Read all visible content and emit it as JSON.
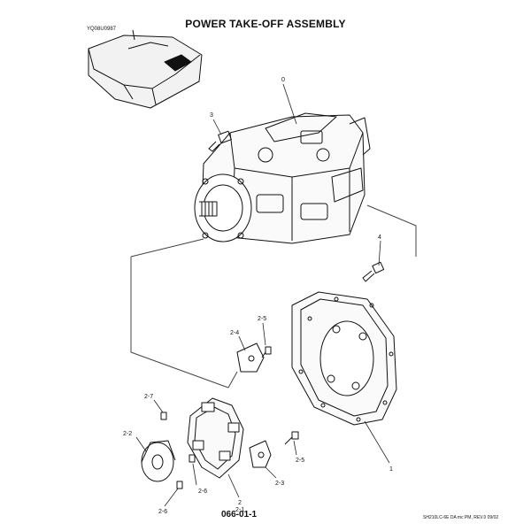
{
  "title": "POWER TAKE-OFF ASSEMBLY",
  "locator_code": "YQ08U0987",
  "page_number": "066-01-1",
  "footer_reference": "SH210LC-6E DA mc PM, REV.0 09/02",
  "callouts": {
    "c0": "0",
    "c3": "3",
    "c4": "4",
    "c1": "1",
    "c25a": "2-5",
    "c24": "2-4",
    "c27": "2-7",
    "c22": "2-2",
    "c26a": "2-6",
    "c26b": "2-6",
    "c2": "2",
    "c21": "2-1",
    "c23": "2-3",
    "c25b": "2-5"
  }
}
